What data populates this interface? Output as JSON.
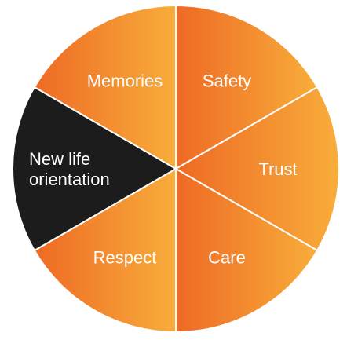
{
  "wheel": {
    "segments": [
      {
        "label": "Safety",
        "lines": [
          "Safety"
        ],
        "fill": "gradient",
        "active": false
      },
      {
        "label": "Trust",
        "lines": [
          "Trust"
        ],
        "fill": "gradient",
        "active": false
      },
      {
        "label": "Care",
        "lines": [
          "Care"
        ],
        "fill": "gradient",
        "active": false
      },
      {
        "label": "Respect",
        "lines": [
          "Respect"
        ],
        "fill": "gradient",
        "active": false
      },
      {
        "label": "New life orientation",
        "lines": [
          "New life",
          "orientation"
        ],
        "fill": "#1c1c1c",
        "active": true
      },
      {
        "label": "Memories",
        "lines": [
          "Memories"
        ],
        "fill": "gradient",
        "active": false
      }
    ],
    "colors": {
      "gradient_start": "#ee6a24",
      "gradient_end": "#f8ad3b",
      "active_fill": "#1c1c1c",
      "divider": "#ffffff",
      "text": "#ffffff"
    }
  }
}
